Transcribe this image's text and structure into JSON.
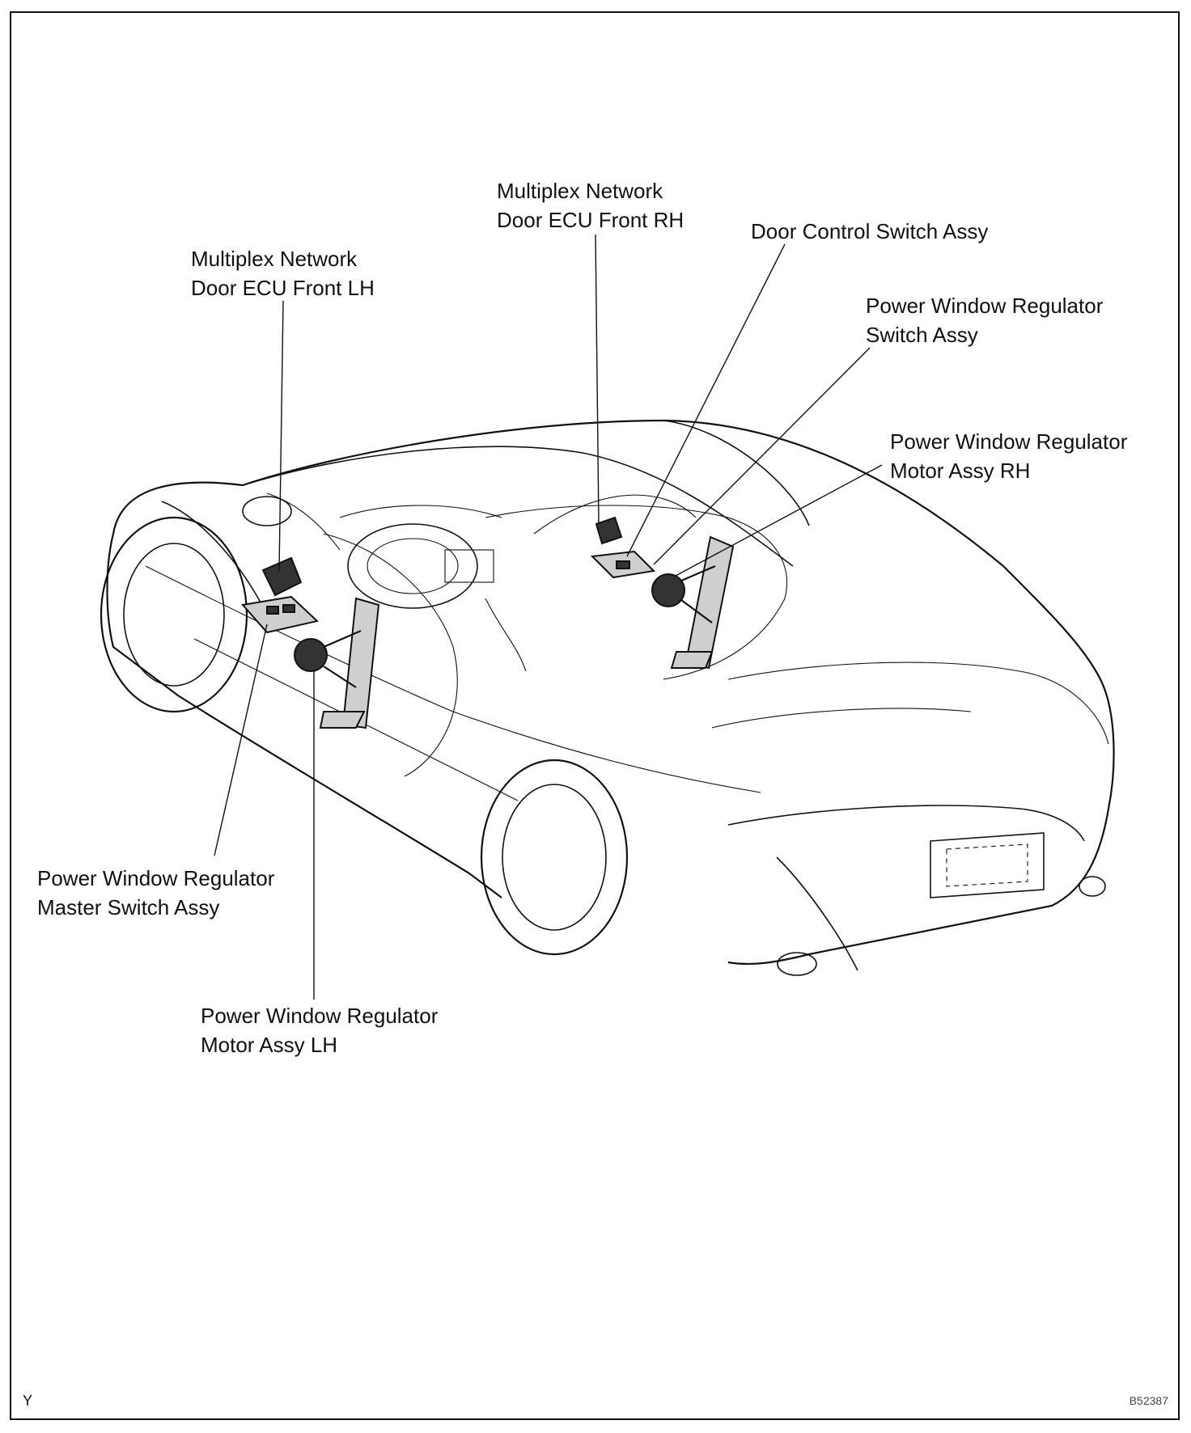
{
  "labels": {
    "ecu_front_lh": [
      "Multiplex Network",
      "Door ECU Front LH"
    ],
    "ecu_front_rh": [
      "Multiplex Network",
      "Door ECU Front RH"
    ],
    "door_control_switch": [
      "Door Control Switch Assy"
    ],
    "pw_regulator_switch": [
      "Power Window Regulator",
      "Switch Assy"
    ],
    "pw_motor_rh": [
      "Power Window Regulator",
      "Motor Assy RH"
    ],
    "pw_master_switch": [
      "Power Window Regulator",
      "Master Switch Assy"
    ],
    "pw_motor_lh": [
      "Power Window Regulator",
      "Motor Assy LH"
    ]
  },
  "corner_left": "Y",
  "corner_right": "B52387"
}
